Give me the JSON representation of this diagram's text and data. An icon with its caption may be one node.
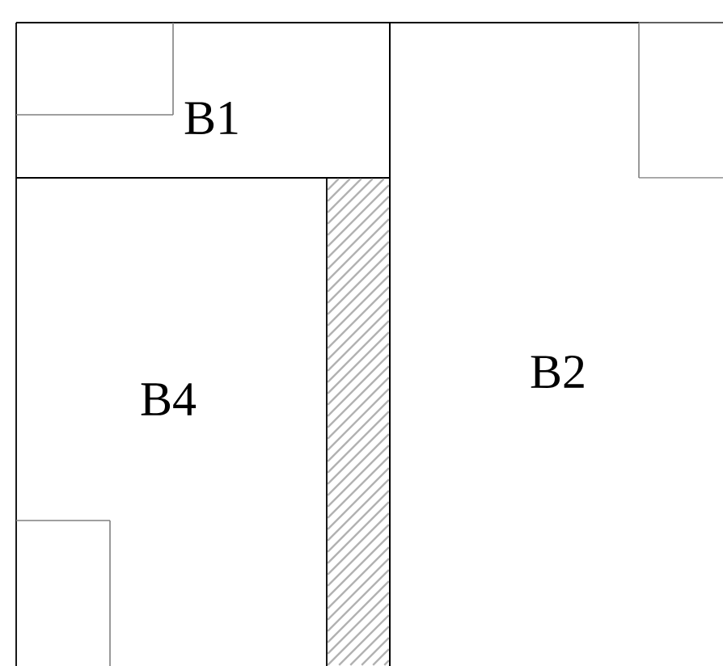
{
  "diagram": {
    "nodes": [
      {
        "text": [
          "B1"
        ]
      },
      {
        "text": [],
        "shape": "box",
        "in": 0
      },
      {
        "text": [
          "B2"
        ]
      },
      {
        "text": [],
        "shape": "box",
        "in": 2
      },
      {
        "text": [
          "B4"
        ]
      },
      {
        "text": [],
        "shape": "box",
        "in": 4
      },
      {
        "text": [],
        "shape": "bar"
      }
    ]
  }
}
